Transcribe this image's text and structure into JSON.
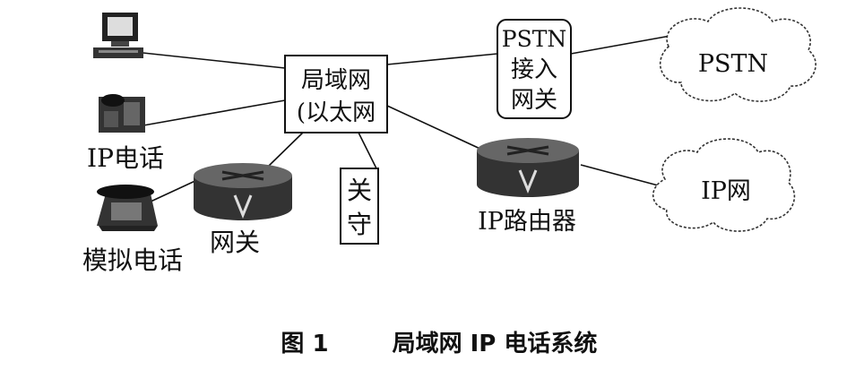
{
  "nodes": {
    "lan_line1": "局域网",
    "lan_line2": "(以太网",
    "pstn_gw_line1": "PSTN",
    "pstn_gw_line2": "接入",
    "pstn_gw_line3": "网关",
    "pstn_cloud": "PSTN",
    "ip_cloud": "IP网",
    "ip_phone": "IP电话",
    "gateway": "网关",
    "gatekeeper_line1": "关",
    "gatekeeper_line2": "守",
    "ip_router": "IP路由器",
    "analog_phone": "模拟电话"
  },
  "caption": {
    "figure_no": "图 1",
    "title": "局域网 IP 电话系统"
  },
  "icons": [
    "computer-icon",
    "ip-phone-icon",
    "analog-phone-icon",
    "gateway-router-icon",
    "ip-router-icon"
  ]
}
